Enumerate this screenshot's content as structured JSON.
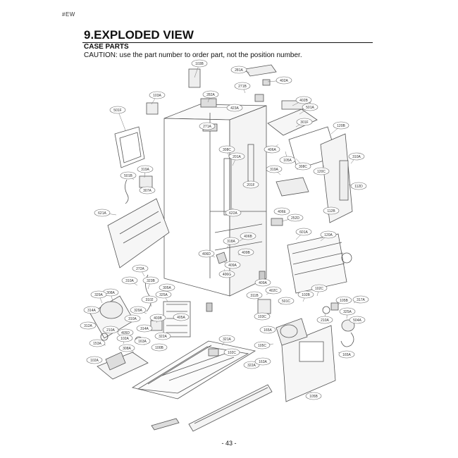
{
  "header": {
    "corner_mark": "#EW",
    "title": "9.EXPLODED VIEW",
    "subtitle": "CASE PARTS",
    "caution": "CAUTION: use the part number to order part, not the position number."
  },
  "parts": [
    "103B",
    "281A",
    "402A",
    "271B",
    "282A",
    "103A",
    "423A",
    "501F",
    "271A",
    "308C",
    "201A",
    "402B",
    "501A",
    "301F",
    "120B",
    "406A",
    "105A",
    "308C",
    "201F",
    "120C",
    "310A",
    "319A",
    "501B",
    "307A",
    "112D",
    "319A",
    "622A",
    "621A",
    "112B",
    "406E",
    "252D",
    "601A",
    "120A",
    "406B",
    "318A",
    "409B",
    "406D",
    "409A",
    "406G",
    "272A",
    "310A",
    "323B",
    "305A",
    "325A",
    "3102",
    "308A",
    "329A",
    "314A",
    "329A",
    "403B",
    "310A",
    "312A",
    "210A",
    "314A",
    "405D",
    "405A",
    "322A",
    "409A",
    "402C",
    "311B",
    "501C",
    "102B",
    "102C",
    "105B",
    "317A",
    "103C",
    "165A",
    "105C",
    "321A",
    "102A",
    "163A",
    "153A"
  ],
  "footer": {
    "page_number": "- 43 -"
  }
}
